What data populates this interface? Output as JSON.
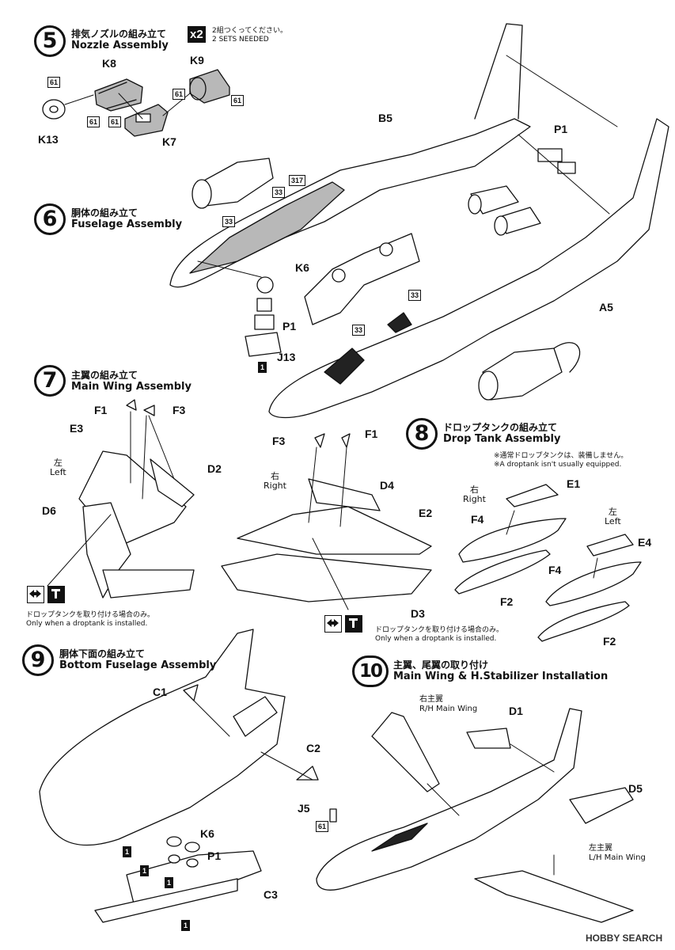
{
  "steps": {
    "s5": {
      "num": "5",
      "jp": "排気ノズルの組み立て",
      "en": "Nozzle Assembly",
      "multi": "x2",
      "multi_jp": "2組つくってください。",
      "multi_en": "2 SETS NEEDED"
    },
    "s6": {
      "num": "6",
      "jp": "胴体の組み立て",
      "en": "Fuselage Assembly"
    },
    "s7": {
      "num": "7",
      "jp": "主翼の組み立て",
      "en": "Main Wing Assembly"
    },
    "s8": {
      "num": "8",
      "jp": "ドロップタンクの組み立て",
      "en": "Drop Tank Assembly",
      "note_jp": "※通常ドロップタンクは、装備しません。",
      "note_en": "※A droptank isn't usually equipped."
    },
    "s9": {
      "num": "9",
      "jp": "胴体下面の組み立て",
      "en": "Bottom Fuselage Assembly"
    },
    "s10": {
      "num": "10",
      "jp": "主翼、尾翼の取り付け",
      "en": "Main Wing & H.Stabilizer Installation"
    }
  },
  "parts": {
    "K13": "K13",
    "K8": "K8",
    "K9": "K9",
    "K7": "K7",
    "B5": "B5",
    "P1": "P1",
    "K6": "K6",
    "A5": "A5",
    "J13": "J13",
    "F1": "F1",
    "F3": "F3",
    "E3": "E3",
    "D2": "D2",
    "D6": "D6",
    "D4": "D4",
    "E2": "E2",
    "D3": "D3",
    "E1": "E1",
    "F4": "F4",
    "F2": "F2",
    "E4": "E4",
    "C1": "C1",
    "C2": "C2",
    "J5": "J5",
    "C3": "C3",
    "D1": "D1",
    "D5": "D5"
  },
  "colors": {
    "c61": "61",
    "c33": "33",
    "c317": "317",
    "c1": "1"
  },
  "sides": {
    "left_jp": "左",
    "left_en": "Left",
    "right_jp": "右",
    "right_en": "Right"
  },
  "wing_labels": {
    "rh_jp": "右主翼",
    "rh_en": "R/H Main Wing",
    "lh_jp": "左主翼",
    "lh_en": "L/H Main Wing"
  },
  "droptank_note": {
    "jp": "ドロップタンクを取り付ける場合のみ。",
    "en": "Only when a droptank is installed."
  },
  "watermark": "HOBBY SEARCH",
  "accent": "#111111",
  "primer_gray": "#b8b8b8"
}
